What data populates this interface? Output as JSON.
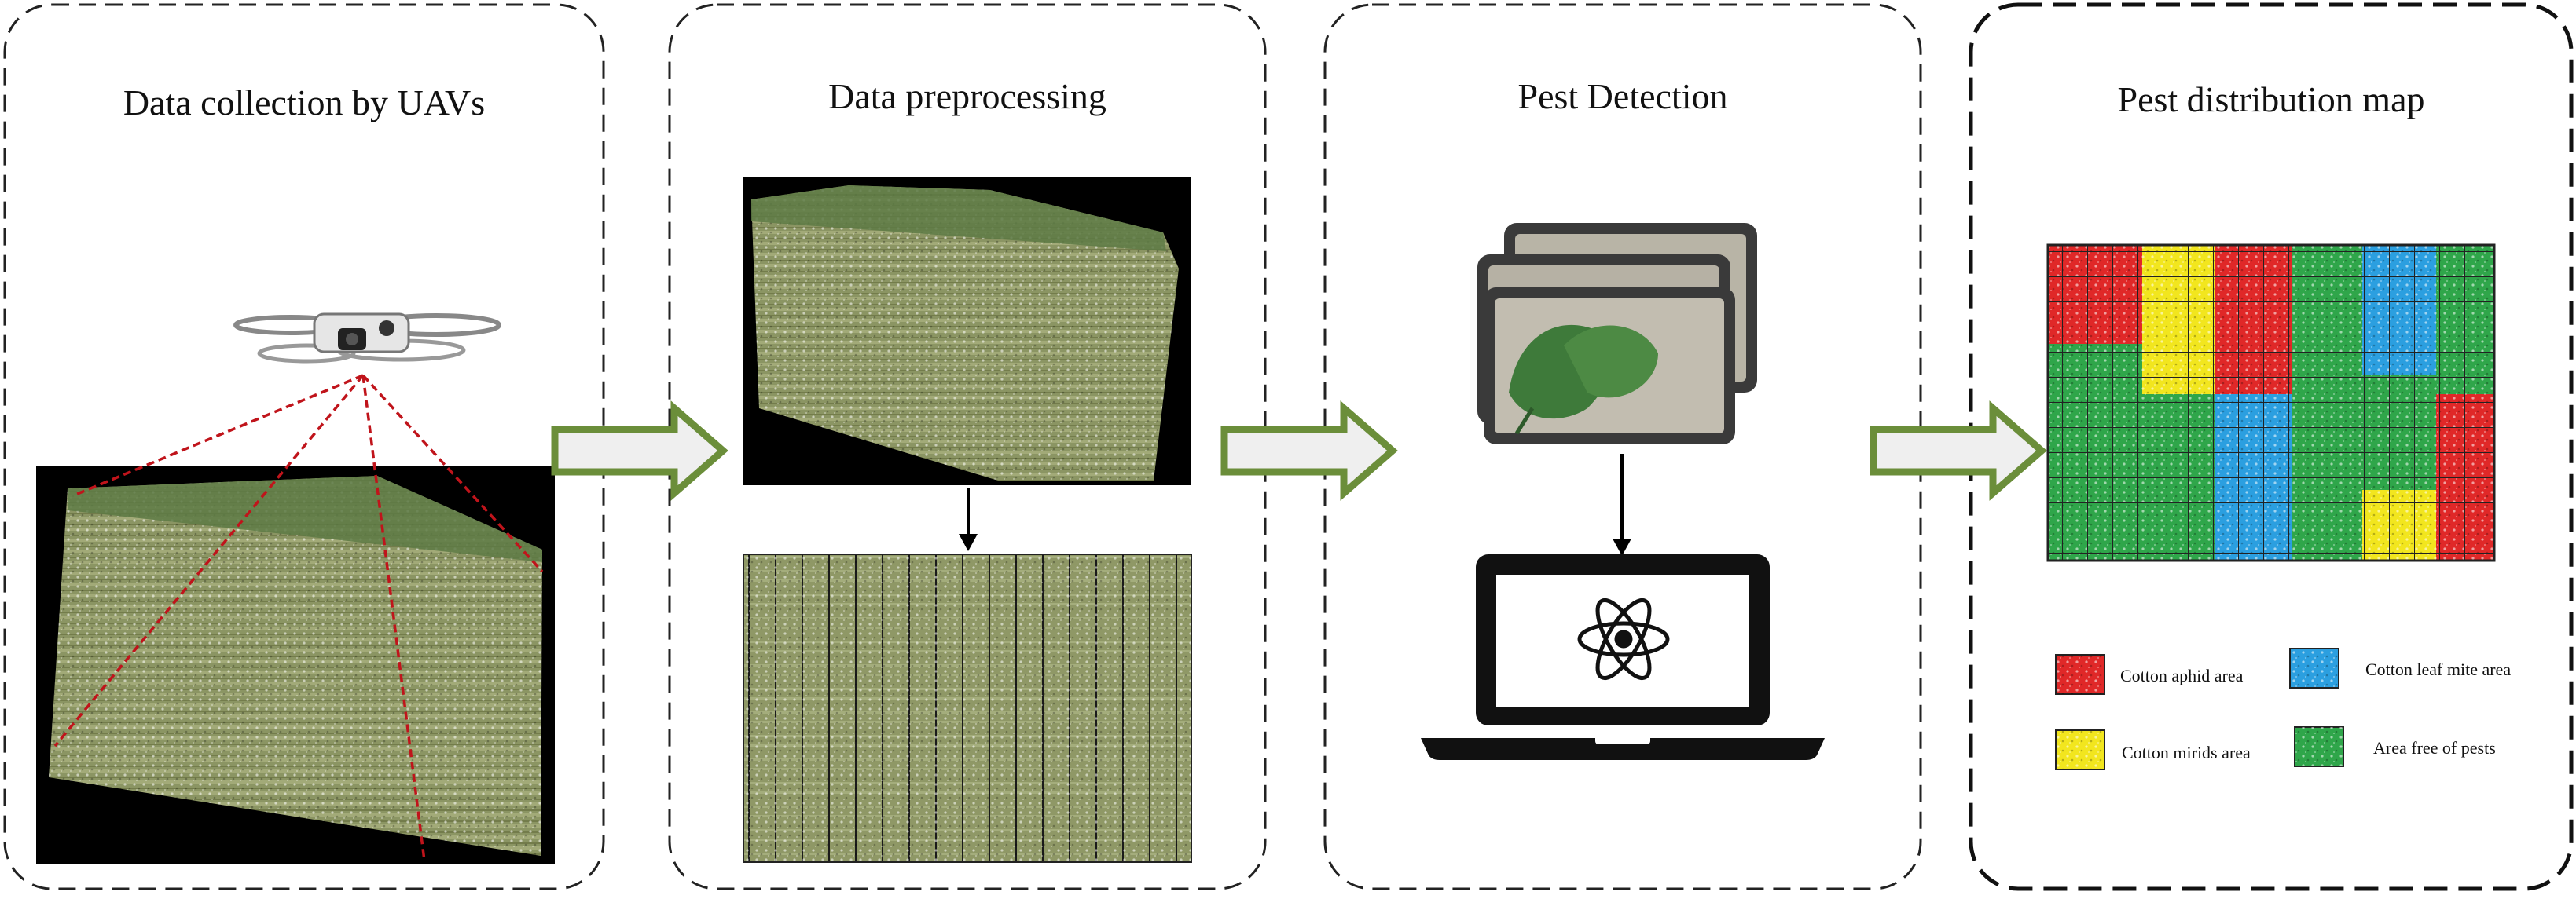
{
  "panels": [
    {
      "title": "Data collection by UAVs"
    },
    {
      "title": "Data preprocessing"
    },
    {
      "title": "Pest Detection"
    },
    {
      "title": "Pest distribution map"
    }
  ],
  "legend": [
    {
      "label": "Cotton aphid area",
      "color": "#e02828"
    },
    {
      "label": "Cotton leaf mite area",
      "color": "#2b9fe0"
    },
    {
      "label": "Cotton mirids area",
      "color": "#f2e61e"
    },
    {
      "label": "Area free of pests",
      "color": "#2fa64a"
    }
  ],
  "colors": {
    "arrow_border": "#6b8e3a",
    "arrow_fill": "#efefef",
    "field": "#8a9460",
    "field_dark": "#6d7a46",
    "ray": "#c0141b"
  }
}
